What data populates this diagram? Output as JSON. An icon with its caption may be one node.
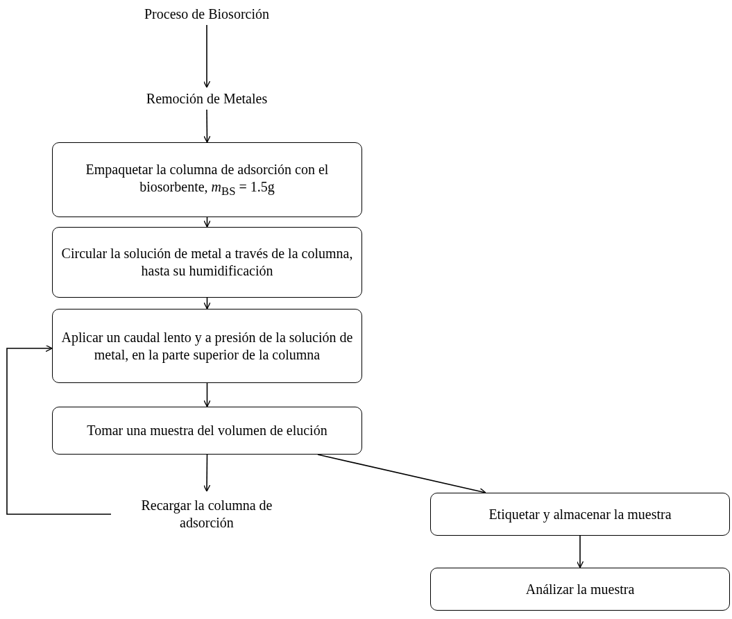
{
  "diagram": {
    "nodes": [
      {
        "text": [
          "Proceso de Biosorción"
        ]
      },
      {
        "text": [
          "Remoción de Metales"
        ]
      },
      {
        "text": [
          "Empaquetar la columna de adsorción con el biosorbente, *m*$_{BS}$ = 1.5g"
        ]
      },
      {
        "text": [
          "Circular la solución de metal a través de la columna, hasta su humidificación"
        ]
      },
      {
        "text": [
          "Aplicar un caudal lento y a presión de la solución de metal, en la parte superior de la columna"
        ]
      },
      {
        "text": [
          "Tomar una muestra del volumen de elución"
        ]
      },
      {
        "text": [
          "Recargar la columna de adsorción"
        ]
      },
      {
        "text": [
          "Etiquetar y almacenar la muestra"
        ]
      },
      {
        "text": [
          "Análizar la muestra"
        ]
      }
    ],
    "edges": [
      {
        "from": 0,
        "to": 1,
        "arrow": "to"
      },
      {
        "from": 1,
        "to": 2,
        "arrow": "to"
      },
      {
        "from": 2,
        "to": 3,
        "arrow": "to"
      },
      {
        "from": 3,
        "to": 4,
        "arrow": "to"
      },
      {
        "from": 4,
        "to": 5,
        "arrow": "to"
      },
      {
        "from": 5,
        "to": 6,
        "arrow": "to"
      },
      {
        "from": 5,
        "to": 7,
        "arrow": "to"
      },
      {
        "from": 7,
        "to": 8,
        "arrow": "to"
      },
      {
        "from": 6,
        "to": 4,
        "arrow": "to"
      }
    ]
  }
}
